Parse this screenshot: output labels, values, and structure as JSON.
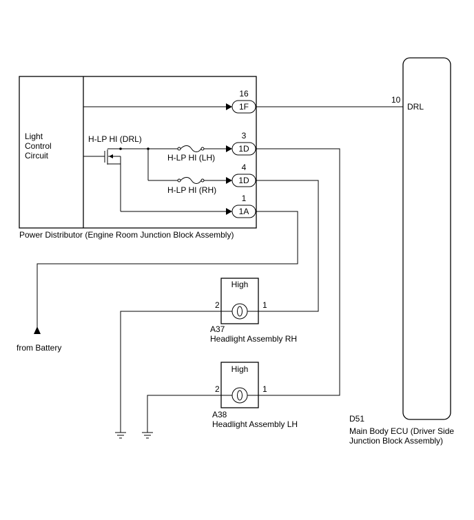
{
  "power_distributor": {
    "caption": "Power Distributor (Engine Room Junction Block Assembly)",
    "light_control": [
      "Light",
      "Control",
      "Circuit"
    ],
    "relay_label": "H-LP HI (DRL)",
    "fuse_lh": "H-LP HI (LH)",
    "fuse_rh": "H-LP HI (RH)",
    "connectors": [
      {
        "pin": "16",
        "name": "1F"
      },
      {
        "pin": "3",
        "name": "1D"
      },
      {
        "pin": "4",
        "name": "1D"
      },
      {
        "pin": "1",
        "name": "1A"
      }
    ]
  },
  "ecu": {
    "code": "D51",
    "name_line1": "Main Body ECU (Driver Side",
    "name_line2": "Junction Block Assembly)",
    "terminal_label": "DRL",
    "terminal_pin": "10"
  },
  "headlight_rh": {
    "mode_label": "High",
    "code": "A37",
    "name": "Headlight Assembly RH",
    "pin_left": "2",
    "pin_right": "1"
  },
  "headlight_lh": {
    "mode_label": "High",
    "code": "A38",
    "name": "Headlight Assembly LH",
    "pin_left": "2",
    "pin_right": "1"
  },
  "battery_label": "from Battery"
}
